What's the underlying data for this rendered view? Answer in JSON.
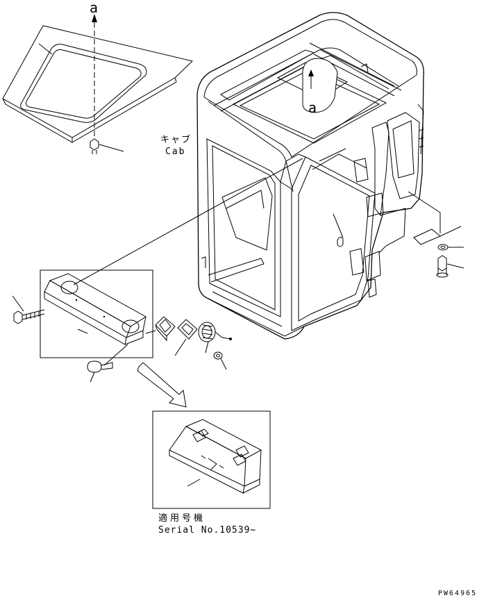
{
  "labels": {
    "arrow_top_left": "a",
    "arrow_mirror": "a",
    "cab_jp": "キャブ",
    "cab_en": "Cab",
    "serial_jp": "適用号機",
    "serial_en": "Serial No.10539~",
    "drawing_code": "PW64965"
  }
}
